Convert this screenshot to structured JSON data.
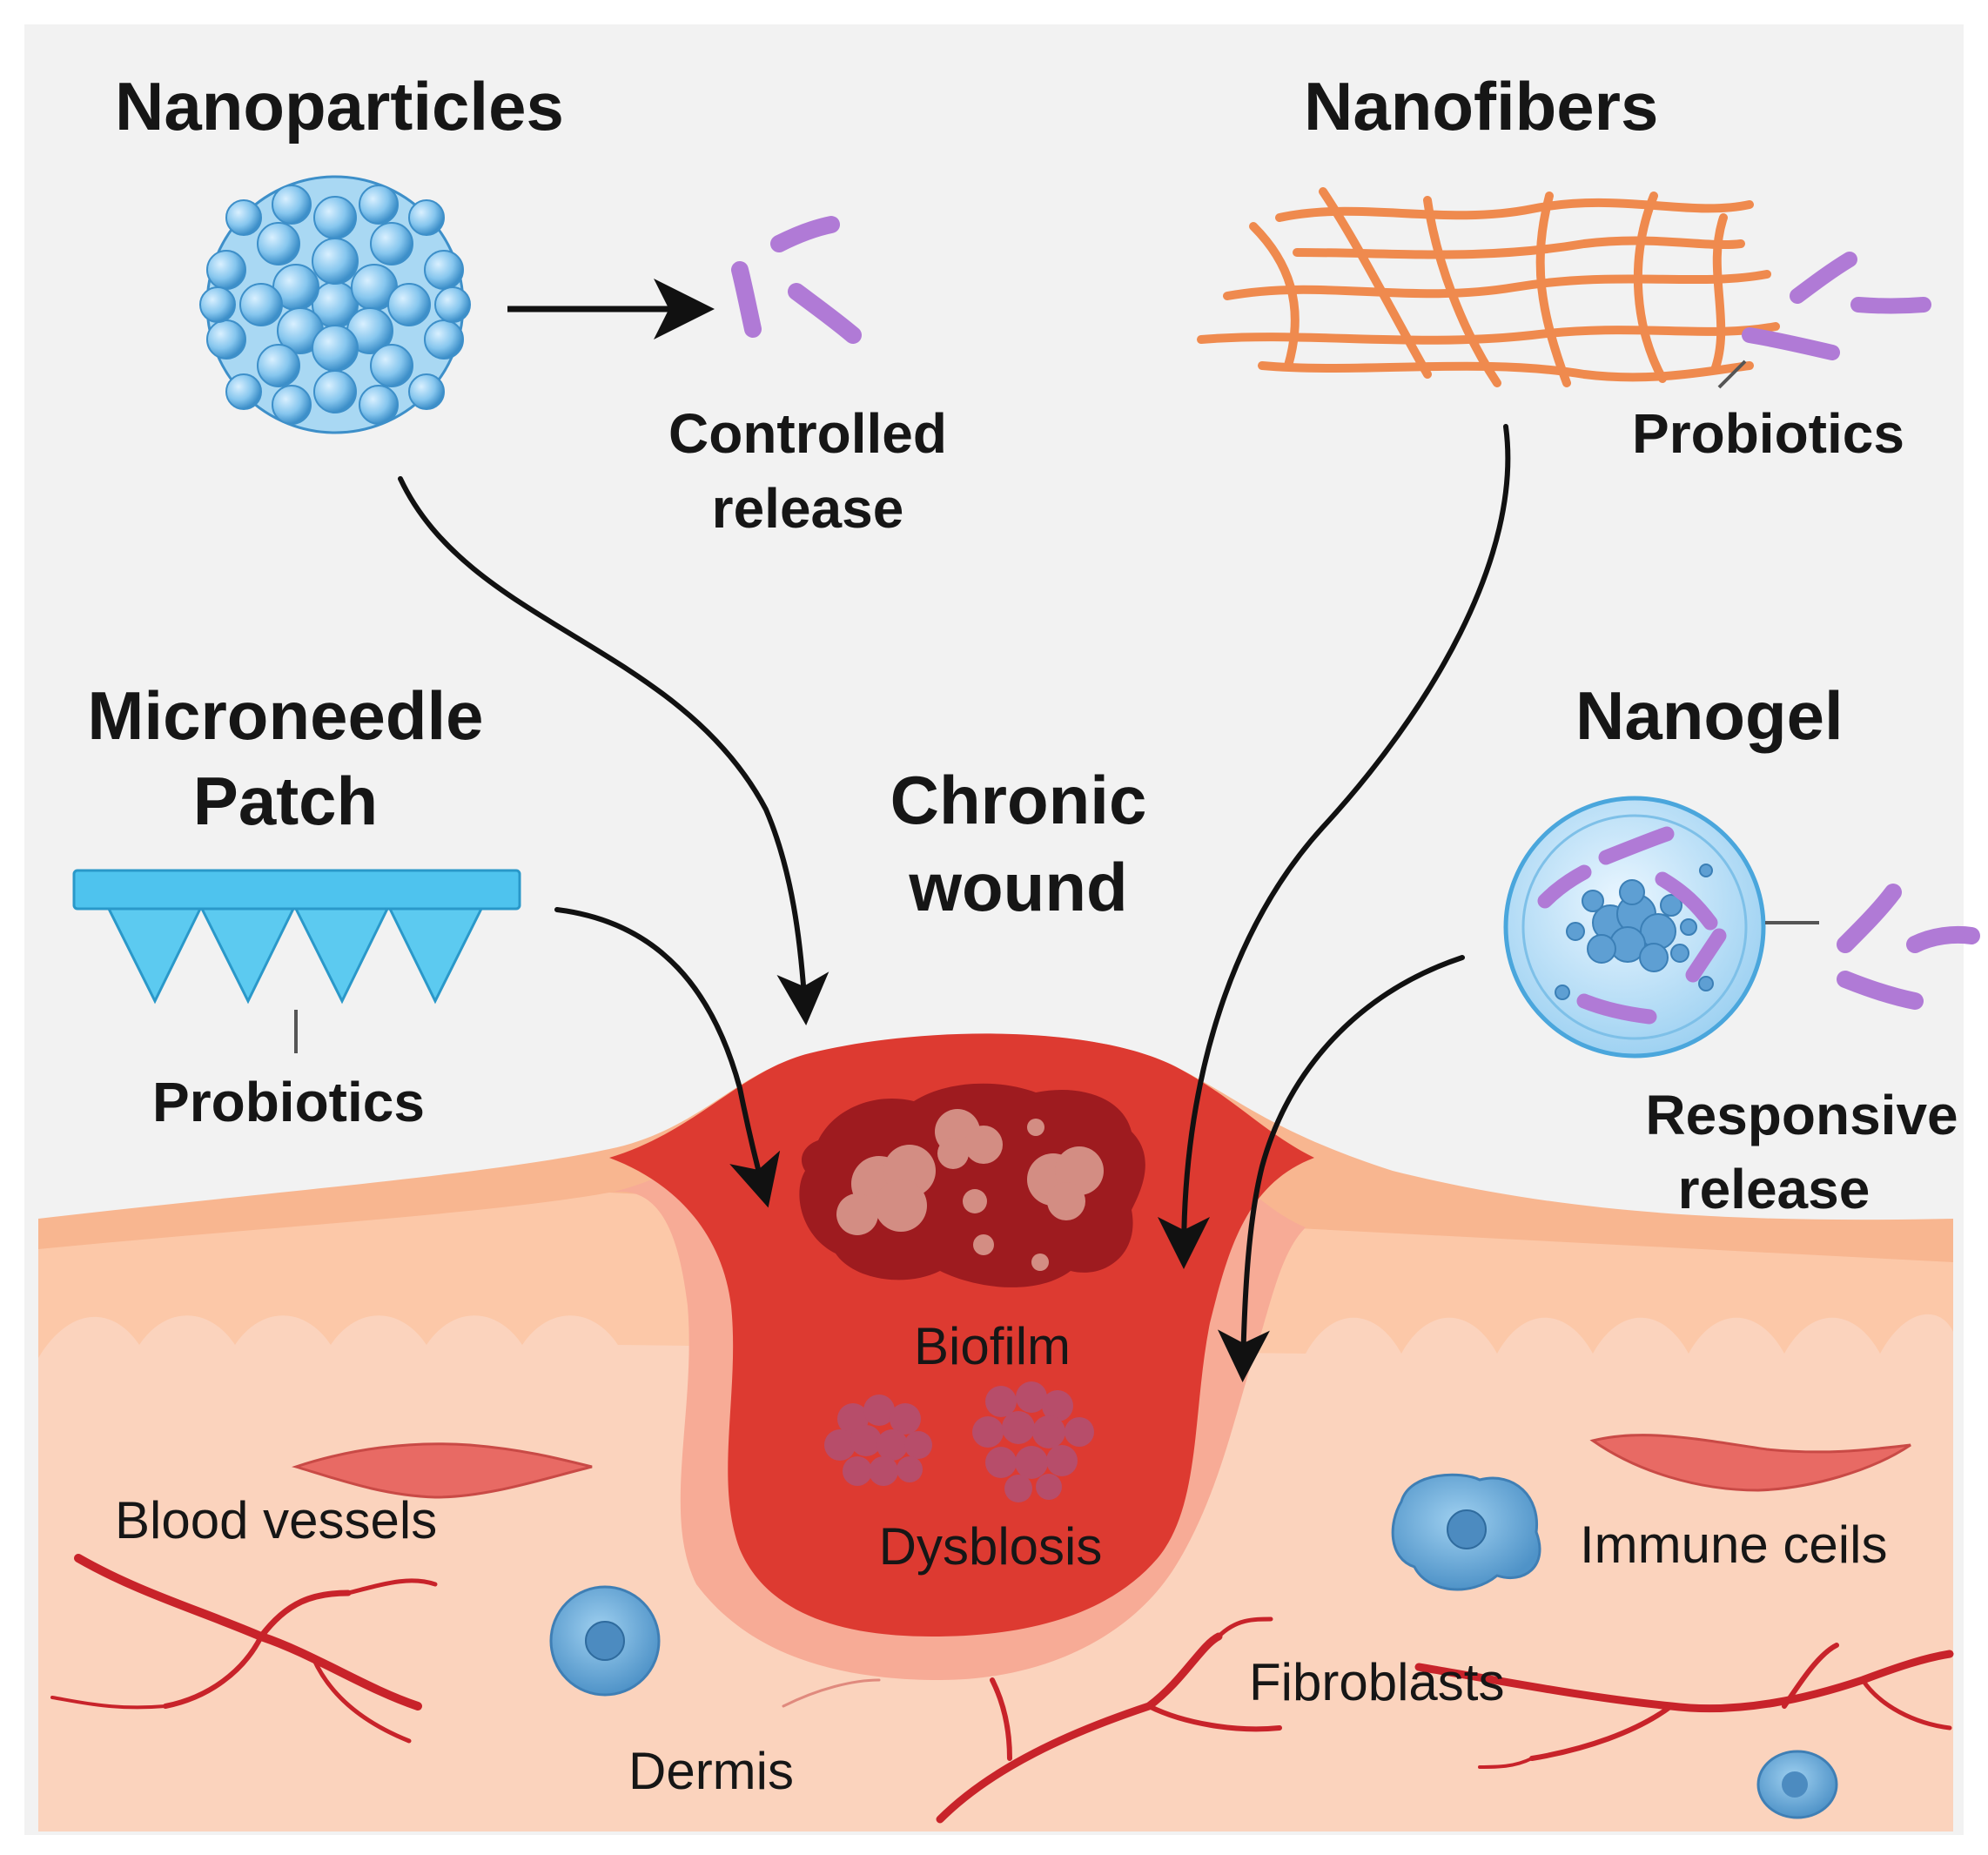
{
  "labels": {
    "nanoparticles": "Nanoparticles",
    "controlled_release_1": "Controlled",
    "controlled_release_2": "release",
    "nanofibers": "Nanofibers",
    "probiotics_fibers": "Probiotics",
    "microneedle_1": "Microneedle",
    "microneedle_2": "Patch",
    "probiotics_microneedle": "Probiotics",
    "chronic_1": "Chronic",
    "chronic_2": "wound",
    "nanogel": "Nanogel",
    "responsive_1": "Responsive",
    "responsive_2": "release",
    "biofilm": "Biofilm",
    "dysbiosis": "Dysblosis",
    "blood_vessels": "Blood vessels",
    "immune_cells": "Immune ceils",
    "fibroblasts": "Fibroblasts",
    "dermis": "Dermis"
  },
  "colors": {
    "background": "#f2f2f2",
    "nanoparticle": "#7fc3ec",
    "probiotic": "#b07ad6",
    "fiber": "#ef8a4e",
    "microneedle": "#4ec3ee",
    "wound": "#d9332e",
    "dermis": "#fbd0b8",
    "vessel": "#c8232a",
    "cell": "#6fb3e0"
  }
}
